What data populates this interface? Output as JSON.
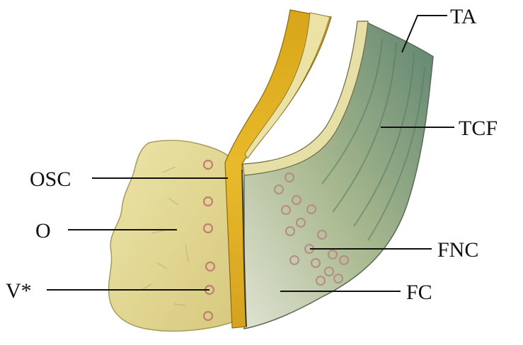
{
  "figure": {
    "labels": {
      "ta": "TA",
      "tcf": "TCF",
      "osc": "OSC",
      "o": "O",
      "fnc": "FNC",
      "v": "V*",
      "fc": "FC"
    },
    "colors": {
      "background": "#ffffff",
      "ossein": "#e6dc9a",
      "ossein_dark": "#cbbb6d",
      "ossified_band": "#e2b21f",
      "fibrocartilage": "#d3d8c7",
      "tendon": "#6f8f7a",
      "tendon_light": "#a9b98f",
      "vessel": "#c58a83",
      "outline": "#4e4a35",
      "line": "#111111"
    }
  }
}
